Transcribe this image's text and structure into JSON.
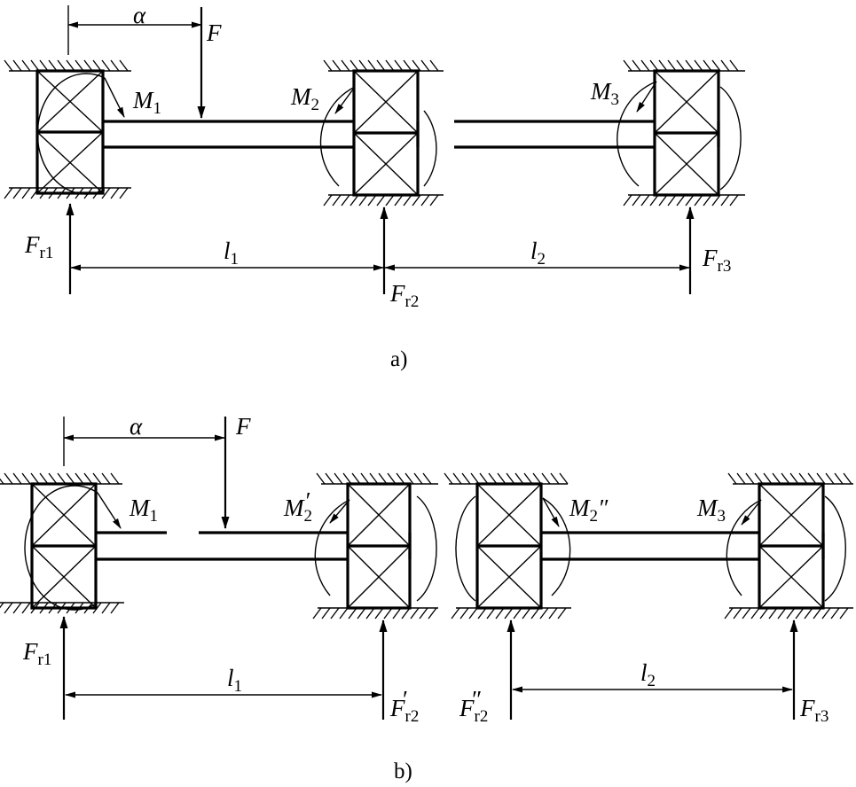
{
  "panel_a": {
    "caption": "a)",
    "dim_a": "α",
    "force": "F",
    "moments": {
      "m1": {
        "sym": "M",
        "sub": "1"
      },
      "m2": {
        "sym": "M",
        "sub": "2"
      },
      "m3": {
        "sym": "M",
        "sub": "3"
      }
    },
    "reactions": {
      "r1": {
        "sym": "F",
        "sub": "r1"
      },
      "r2": {
        "sym": "F",
        "sub": "r2"
      },
      "r3": {
        "sym": "F",
        "sub": "r3"
      }
    },
    "spans": {
      "l1": {
        "sym": "l",
        "sub": "1"
      },
      "l2": {
        "sym": "l",
        "sub": "2"
      }
    }
  },
  "panel_b": {
    "caption": "b)",
    "dim_a": "α",
    "force": "F",
    "moments": {
      "m1": {
        "sym": "M",
        "sub": "1"
      },
      "m2p": {
        "sym": "M",
        "sub": "2",
        "prime": "′"
      },
      "m2pp": {
        "sym": "M",
        "sub": "2",
        "prime": "″"
      },
      "m3": {
        "sym": "M",
        "sub": "3"
      }
    },
    "reactions": {
      "r1": {
        "sym": "F",
        "sub": "r1"
      },
      "r2p": {
        "sym": "F",
        "sub": "r2",
        "prime": "′"
      },
      "r2pp": {
        "sym": "F",
        "sub": "r2",
        "prime": "″"
      },
      "r3": {
        "sym": "F",
        "sub": "r3"
      }
    },
    "spans": {
      "l1": {
        "sym": "l",
        "sub": "1"
      },
      "l2": {
        "sym": "l",
        "sub": "2"
      }
    }
  }
}
